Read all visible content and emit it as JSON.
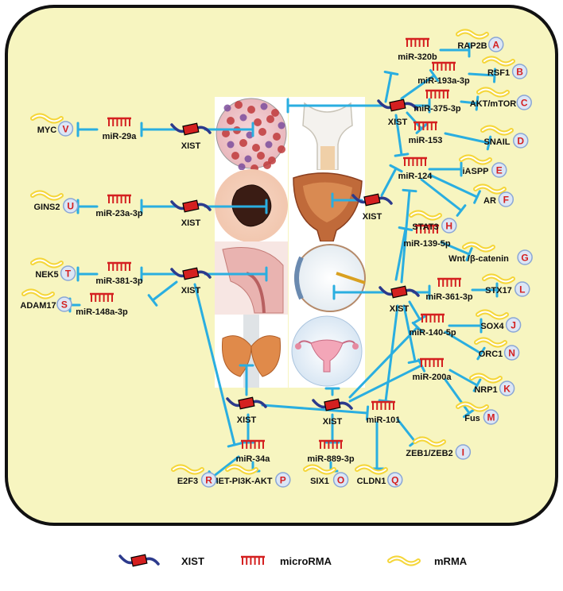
{
  "colors": {
    "panel_fill": "#f7f5c0",
    "panel_stroke": "#111111",
    "connector": "#2aaee0",
    "mirna": "#d42020",
    "mrna_outer": "#f5d63a",
    "mrna_inner": "#ffffff",
    "xist_strand": "#2c3a8c",
    "xist_box": "#d42020",
    "badge_fill": "#dce6f5",
    "badge_stroke": "#8aa6d6",
    "badge_text": "#d42020"
  },
  "xist_label": "XIST",
  "tissue_panels": [
    {
      "name": "blood-cells-image"
    },
    {
      "name": "bone-image"
    },
    {
      "name": "tumor-mass-image"
    },
    {
      "name": "bladder-image"
    },
    {
      "name": "nasopharynx-image"
    },
    {
      "name": "eye-image"
    },
    {
      "name": "thyroid-image"
    },
    {
      "name": "uterus-image"
    }
  ],
  "mirnas": [
    {
      "id": "miR-320b",
      "label": "miR-320b"
    },
    {
      "id": "miR-193a-3p",
      "label": "miR-193a-3p"
    },
    {
      "id": "miR-375-3p",
      "label": "miR-375-3p"
    },
    {
      "id": "miR-153",
      "label": "miR-153"
    },
    {
      "id": "miR-124",
      "label": "miR-124"
    },
    {
      "id": "miR-139-5p",
      "label": "miR-139-5p"
    },
    {
      "id": "miR-361-3p",
      "label": "miR-361-3p"
    },
    {
      "id": "miR-140-5p",
      "label": "miR-140-5p"
    },
    {
      "id": "miR-200a",
      "label": "miR-200a"
    },
    {
      "id": "miR-101",
      "label": "miR-101"
    },
    {
      "id": "miR-889-3p",
      "label": "miR-889-3p"
    },
    {
      "id": "miR-34a",
      "label": "miR-34a"
    },
    {
      "id": "miR-29a",
      "label": "miR-29a"
    },
    {
      "id": "miR-23a-3p",
      "label": "miR-23a-3p"
    },
    {
      "id": "miR-381-3p",
      "label": "miR-381-3p"
    },
    {
      "id": "miR-148a-3p",
      "label": "miR-148a-3p"
    }
  ],
  "targets": [
    {
      "id": "RAP2B",
      "label": "RAP2B",
      "badge": "A"
    },
    {
      "id": "RSF1",
      "label": "RSF1",
      "badge": "B"
    },
    {
      "id": "AKT/mTOR",
      "label": "AKT/mTOR",
      "badge": "C"
    },
    {
      "id": "SNAIL",
      "label": "SNAIL",
      "badge": "D"
    },
    {
      "id": "iASPP",
      "label": "iASPP",
      "badge": "E"
    },
    {
      "id": "AR",
      "label": "AR",
      "badge": "F"
    },
    {
      "id": "STAT3",
      "label": "STAT3",
      "badge": "H"
    },
    {
      "id": "Wnt /β-catenin",
      "label": "Wnt /β-catenin",
      "badge": "G"
    },
    {
      "id": "STX17",
      "label": "STX17",
      "badge": "L"
    },
    {
      "id": "SOX4",
      "label": "SOX4",
      "badge": "J"
    },
    {
      "id": "ORC1",
      "label": "ORC1",
      "badge": "N"
    },
    {
      "id": "NRP1",
      "label": "NRP1",
      "badge": "K"
    },
    {
      "id": "Fus",
      "label": "Fus",
      "badge": "M"
    },
    {
      "id": "ZEB1/ZEB2",
      "label": "ZEB1/ZEB2",
      "badge": "I"
    },
    {
      "id": "CLDN1",
      "label": "CLDN1",
      "badge": "Q"
    },
    {
      "id": "SIX1",
      "label": "SIX1",
      "badge": "O"
    },
    {
      "id": "MET-PI3K-AKT",
      "label": "MET-PI3K-AKT",
      "badge": "P"
    },
    {
      "id": "E2F3",
      "label": "E2F3",
      "badge": "R"
    },
    {
      "id": "MYC",
      "label": "MYC",
      "badge": "V"
    },
    {
      "id": "GINS2",
      "label": "GINS2",
      "badge": "U"
    },
    {
      "id": "NEK5",
      "label": "NEK5",
      "badge": "T"
    },
    {
      "id": "ADAM17",
      "label": "ADAM17",
      "badge": "S"
    }
  ],
  "legend": {
    "xist": "XIST",
    "microrna": "microRMA",
    "mrna": "mRMA"
  }
}
